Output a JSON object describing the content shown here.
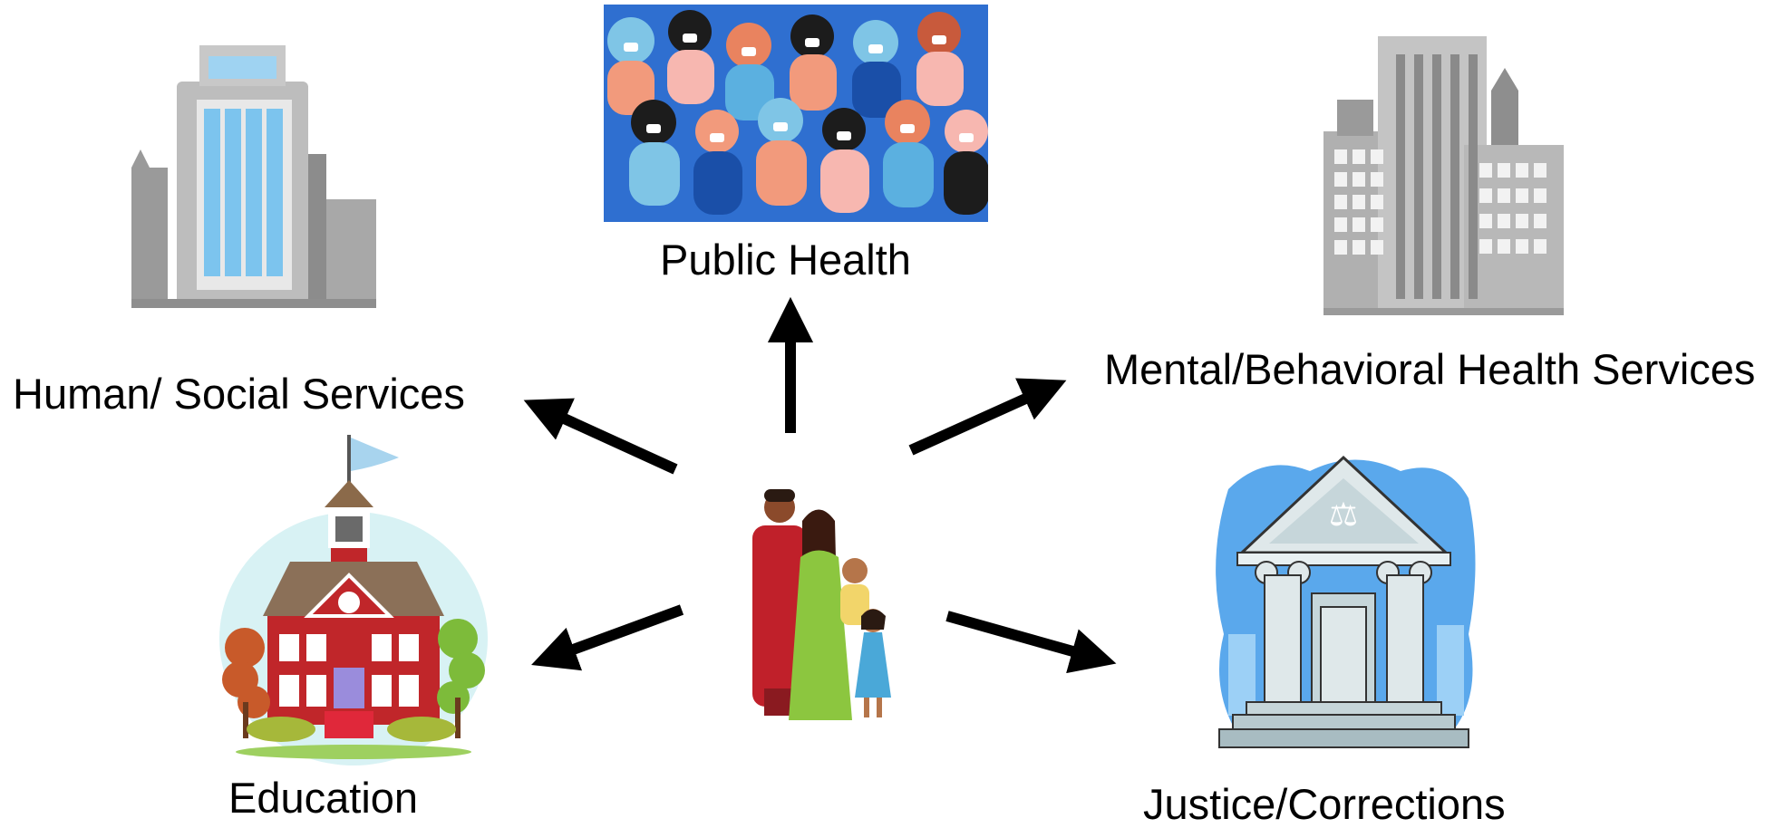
{
  "diagram": {
    "center": {
      "icon": "family-icon"
    },
    "nodes": {
      "public_health": {
        "label": "Public Health",
        "icon": "crowd-masked-people-icon"
      },
      "human_social": {
        "label": "Human/ Social Services",
        "icon": "office-building-icon"
      },
      "mental_behavioral": {
        "label": "Mental/Behavioral Health Services",
        "icon": "city-buildings-icon"
      },
      "education": {
        "label": "Education",
        "icon": "schoolhouse-icon"
      },
      "justice": {
        "label": "Justice/Corrections",
        "icon": "courthouse-icon"
      }
    },
    "colors": {
      "arrow": "#000000",
      "building_gray": "#9a9a9a",
      "glass_blue": "#7cc4ee"
    }
  }
}
